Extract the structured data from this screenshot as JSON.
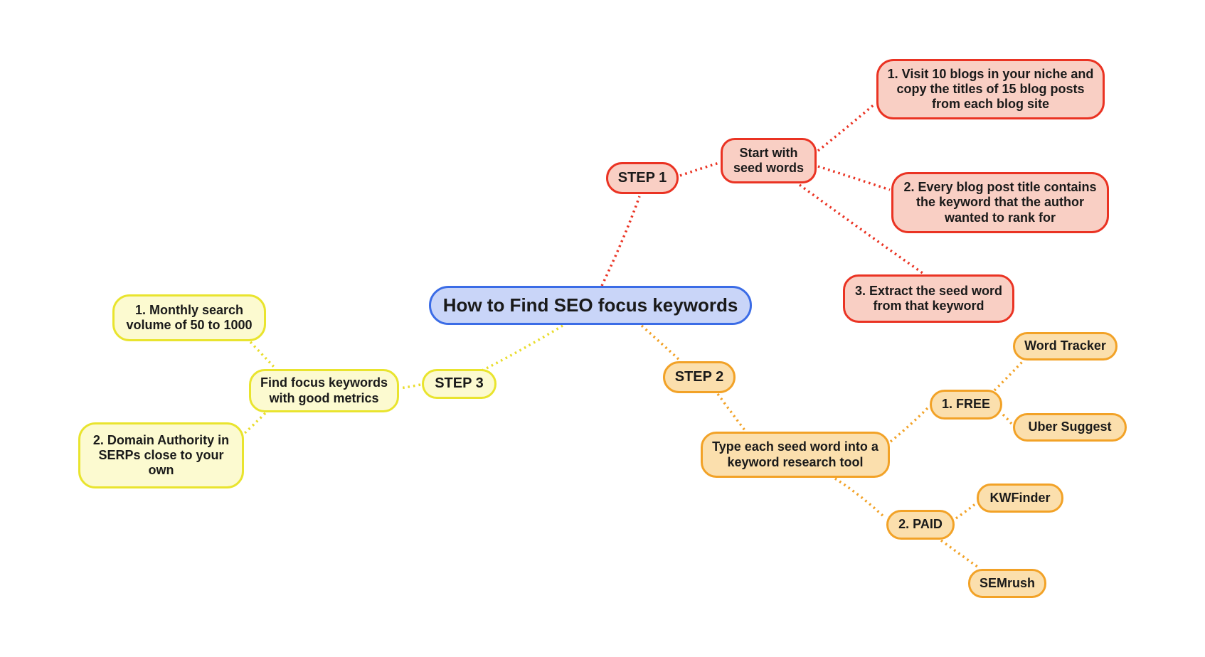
{
  "title": "How to Find SEO focus keywords",
  "colors": {
    "center_fill": "#c9d5f8",
    "center_border": "#3b6ce6",
    "step1_fill": "#f9cfc4",
    "step1_border": "#ea3323",
    "step2_fill": "#fbdfad",
    "step2_border": "#f2a227",
    "step3_fill": "#fcfad0",
    "step3_border": "#e9e42e"
  },
  "branches": {
    "step1": {
      "label": "STEP 1",
      "child": "Start with\nseed words",
      "items": [
        "1. Visit 10 blogs in your niche and\ncopy the titles of 15 blog posts\nfrom each blog site",
        "2. Every blog post title contains\nthe keyword that the author\nwanted to rank for",
        "3. Extract the seed word\nfrom that keyword"
      ]
    },
    "step2": {
      "label": "STEP 2",
      "child": "Type each seed word into a\nkeyword research tool",
      "free": {
        "label": "1. FREE",
        "tools": [
          "Word Tracker",
          "Uber Suggest"
        ]
      },
      "paid": {
        "label": "2. PAID",
        "tools": [
          "KWFinder",
          "SEMrush"
        ]
      }
    },
    "step3": {
      "label": "STEP 3",
      "child": "Find focus keywords\nwith good metrics",
      "items": [
        "1. Monthly search\nvolume of 50 to 1000",
        "2. Domain Authority in\nSERPs close to your\nown"
      ]
    }
  },
  "edges": [
    {
      "from": "center",
      "to": "step1"
    },
    {
      "from": "step1",
      "to": "start-with-seed-words"
    },
    {
      "from": "start-with-seed-words",
      "to": "seed-item-1"
    },
    {
      "from": "start-with-seed-words",
      "to": "seed-item-2"
    },
    {
      "from": "start-with-seed-words",
      "to": "seed-item-3"
    },
    {
      "from": "center",
      "to": "step2"
    },
    {
      "from": "step2",
      "to": "type-each-seed-word"
    },
    {
      "from": "type-each-seed-word",
      "to": "free"
    },
    {
      "from": "type-each-seed-word",
      "to": "paid"
    },
    {
      "from": "free",
      "to": "word-tracker"
    },
    {
      "from": "free",
      "to": "uber-suggest"
    },
    {
      "from": "paid",
      "to": "kwfinder"
    },
    {
      "from": "paid",
      "to": "semrush"
    },
    {
      "from": "center",
      "to": "step3"
    },
    {
      "from": "step3",
      "to": "find-focus-keywords"
    },
    {
      "from": "find-focus-keywords",
      "to": "metric-item-1"
    },
    {
      "from": "find-focus-keywords",
      "to": "metric-item-2"
    }
  ]
}
